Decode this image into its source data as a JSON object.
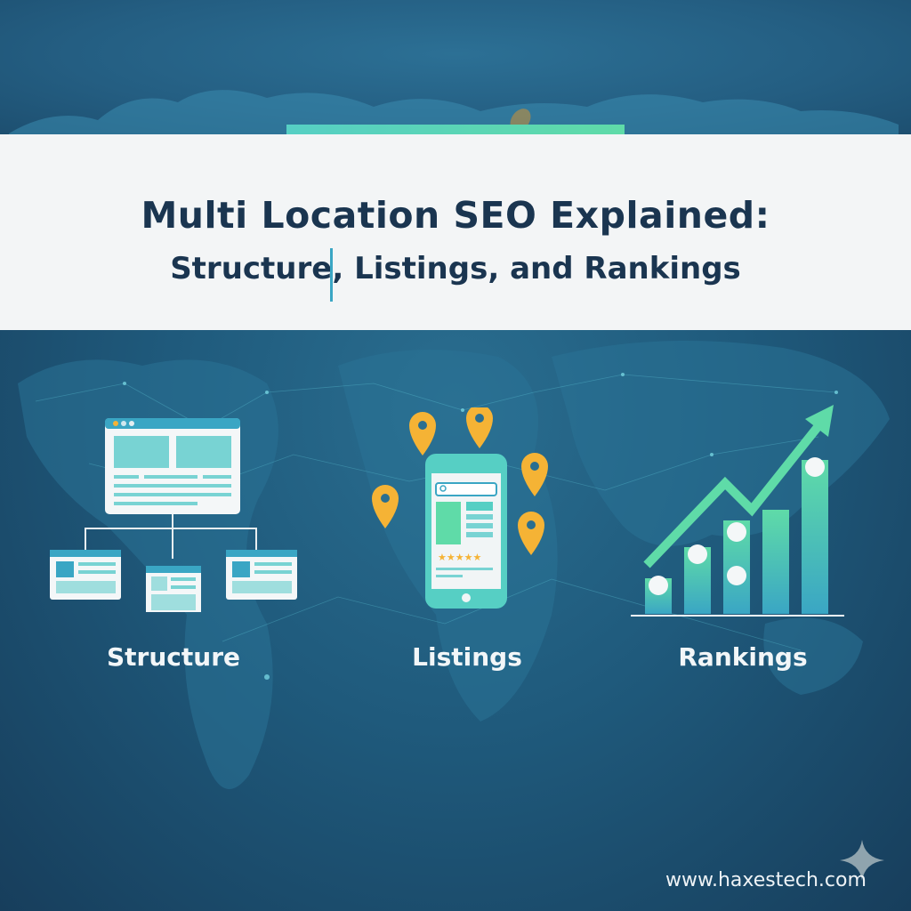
{
  "header": {
    "title_line1": "Multi Location SEO Explained:",
    "title_line2": "Structure, Listings, and Rankings"
  },
  "sections": [
    {
      "id": "structure",
      "label": "Structure",
      "icon": "site-hierarchy-icon"
    },
    {
      "id": "listings",
      "label": "Listings",
      "icon": "mobile-listing-icon"
    },
    {
      "id": "rankings",
      "label": "Rankings",
      "icon": "ranking-chart-icon"
    }
  ],
  "footer": {
    "url": "www.haxestech.com",
    "badge_icon": "sparkle-icon"
  },
  "colors": {
    "background": "#1f5a7c",
    "banner": "#f3f5f6",
    "title_text": "#1a3550",
    "accent_green": "#5fdba8",
    "accent_teal": "#56cfc4",
    "pin_orange": "#f5b335",
    "bar_blue": "#3aa6c4"
  }
}
